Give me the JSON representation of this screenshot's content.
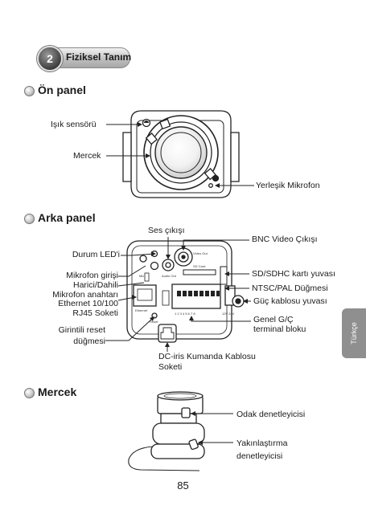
{
  "section": {
    "number": "2",
    "title": "Fiziksel Tanım"
  },
  "front_panel": {
    "heading": "Ön panel",
    "labels": {
      "light_sensor": "Işık sensörü",
      "lens": "Mercek",
      "mic": "Yerleşik Mikrofon"
    }
  },
  "rear_panel": {
    "heading": "Arka panel",
    "labels": {
      "audio_out": "Ses çıkışı",
      "status_led": "Durum LED'i",
      "mic_in": "Mikrofon girişi",
      "mic_switch_1": "Harici/Dahili",
      "mic_switch_2": "Mikrofon anahtarı",
      "ethernet_1": "Ethernet 10/100",
      "ethernet_2": "RJ45 Soketi",
      "reset_1": "Girintili reset",
      "reset_2": "düğmesi",
      "bnc": "BNC Video Çıkışı",
      "sd": "SD/SDHC kartı yuvası",
      "ntsc": "NTSC/PAL Düğmesi",
      "power": "Güç kablosu yuvası",
      "gpio_1": "Genel G/Ç",
      "gpio_2": "terminal bloku",
      "dciris_1": "DC-iris Kumanda Kablosu",
      "dciris_2": "Soketi"
    },
    "device_text": {
      "video_out": "Video Out",
      "sd_card": "SD Card",
      "mic": "Mic",
      "audio_out": "Audio Out",
      "ethernet": "Ethernet",
      "reset": "Reset",
      "terminals": "1 2 3 4 5 6 7 8",
      "power": "12V 24V"
    }
  },
  "lens_section": {
    "heading": "Mercek",
    "labels": {
      "focus": "Odak denetleyicisi",
      "zoom_1": "Yakınlaştırma",
      "zoom_2": "denetleyicisi"
    }
  },
  "side_tab": "Türkçe",
  "page_number": "85"
}
